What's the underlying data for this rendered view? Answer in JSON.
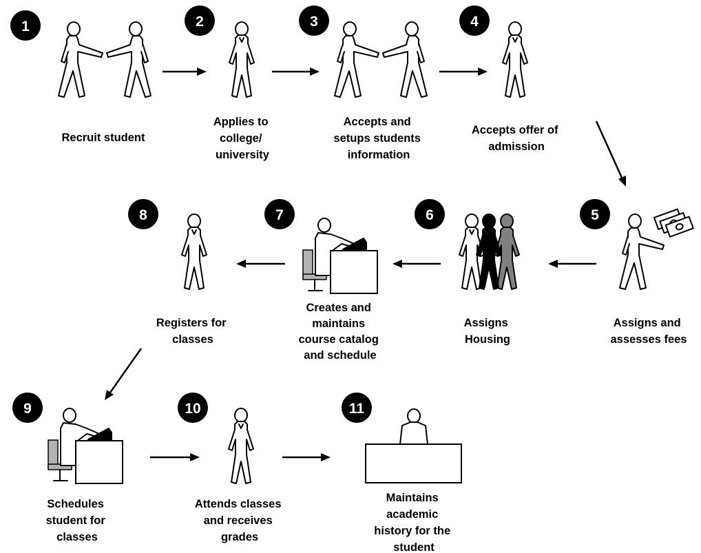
{
  "steps": [
    {
      "number": "1",
      "caption": [
        "Recruit student"
      ]
    },
    {
      "number": "2",
      "caption": [
        "Applies to",
        "college/",
        "university"
      ]
    },
    {
      "number": "3",
      "caption": [
        "Accepts and",
        "setups students",
        "information"
      ]
    },
    {
      "number": "4",
      "caption": [
        "Accepts offer of",
        "admission"
      ]
    },
    {
      "number": "5",
      "caption": [
        "Assigns and",
        "assesses fees"
      ]
    },
    {
      "number": "6",
      "caption": [
        "Assigns",
        "Housing"
      ]
    },
    {
      "number": "7",
      "caption": [
        "Creates and",
        "maintains",
        "course catalog",
        "and schedule"
      ]
    },
    {
      "number": "8",
      "caption": [
        "Registers for",
        "classes"
      ]
    },
    {
      "number": "9",
      "caption": [
        "Schedules",
        "student for",
        "classes"
      ]
    },
    {
      "number": "10",
      "caption": [
        "Attends classes",
        "and receives",
        "grades"
      ]
    },
    {
      "number": "11",
      "caption": [
        "Maintains",
        "academic",
        "history for the",
        "student"
      ]
    }
  ],
  "icons": [
    "handshake-icon",
    "person-icon",
    "handshake-icon",
    "person-icon",
    "person-with-money-icon",
    "group-of-people-icon",
    "person-at-desk-with-computer-icon",
    "person-icon",
    "person-at-desk-with-computer-icon",
    "person-icon",
    "person-behind-desk-icon"
  ],
  "colors": {
    "badge": "#000000",
    "badge_text": "#ffffff",
    "figure_dark": "#000000",
    "figure_gray": "#808080",
    "chair": "#b3b3b3"
  }
}
